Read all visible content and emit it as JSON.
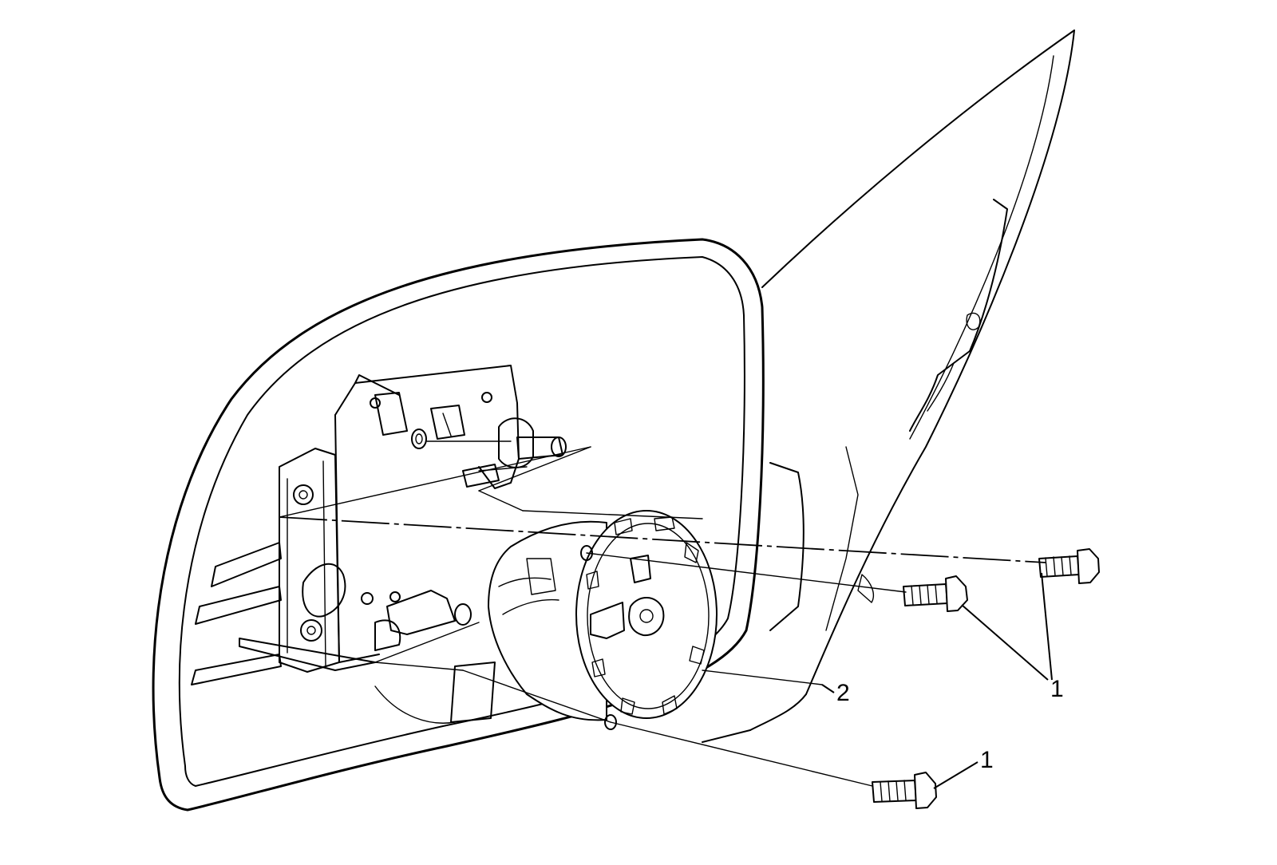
{
  "callouts": {
    "bolt_upper_group": "1",
    "bolt_lower": "1",
    "motor": "2"
  },
  "colors": {
    "line": "#000000",
    "background": "#ffffff"
  }
}
